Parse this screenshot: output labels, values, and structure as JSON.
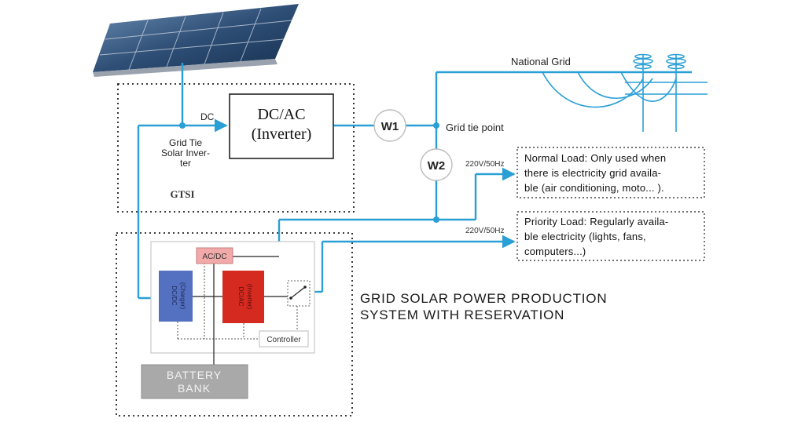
{
  "labels": {
    "national_grid": "National Grid",
    "dc": "DC",
    "inverter_line1": "DC/AC",
    "inverter_line2": "(Inverter)",
    "w1": "W1",
    "w2": "W2",
    "grid_tie_point": "Grid tie point",
    "gtsi_line1": "Grid Tie",
    "gtsi_line2": "Solar Inver-",
    "gtsi_line3": "ter",
    "gtsi": "GTSI",
    "voltage_normal": "220V/50Hz",
    "voltage_priority": "220V/50Hz",
    "acdc": "AC/DC",
    "dcdc_charger_line1": "DC/DC",
    "dcdc_charger_line2": "(Charger)",
    "dcac_inverter_line1": "DC/AC",
    "dcac_inverter_line2": "(Inverter)",
    "controller": "Controller",
    "battery_line1": "BATTERY",
    "battery_line2": "BANK"
  },
  "notes": {
    "normal_load": {
      "line1": "Normal Load: Only used when",
      "line2": "there is electricity grid availa-",
      "line3": "ble (air conditioning, moto... )."
    },
    "priority_load": {
      "line1": "Priority Load: Regularly availa-",
      "line2": "ble electricity (lights, fans,",
      "line3": "computers...)"
    }
  },
  "title": {
    "line1": "GRID SOLAR POWER PRODUCTION",
    "line2": "SYSTEM WITH RESERVATION"
  },
  "colors": {
    "wire": "#2a9fd6",
    "charger_block": "#5470c1",
    "inverter_block": "#d42a20",
    "acdc_block": "#f1a9a9",
    "battery_block": "#a9a9a9"
  },
  "icons": [
    "solar-panel-icon",
    "power-pylon-icon"
  ]
}
